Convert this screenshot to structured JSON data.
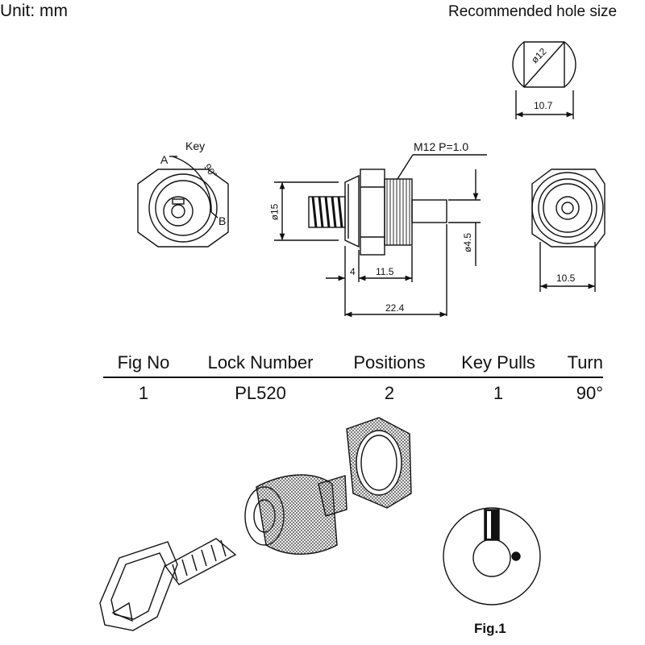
{
  "header": {
    "unit_label": "Unit:  mm",
    "recommended_label": "Recommended  hole  size"
  },
  "hole": {
    "diameter": "ø12",
    "flat_width": "10.7"
  },
  "front_view": {
    "key_label": "Key",
    "pos_a": "A",
    "pos_b": "B",
    "angle": "90°"
  },
  "side_view": {
    "thread": "M12  P=1.0",
    "body_diameter": "ø15",
    "flange_thickness": "4",
    "thread_length": "11.5",
    "overall_length": "22.4",
    "shaft_diameter": "ø4.5"
  },
  "rear_view": {
    "width": "10.5"
  },
  "spec_table": {
    "headers": [
      "Fig  No",
      "Lock  Number",
      "Positions",
      "Key  Pulls",
      "Turn"
    ],
    "row": [
      "1",
      "PL520",
      "2",
      "1",
      "90°"
    ]
  },
  "figure_caption": "Fig.1"
}
